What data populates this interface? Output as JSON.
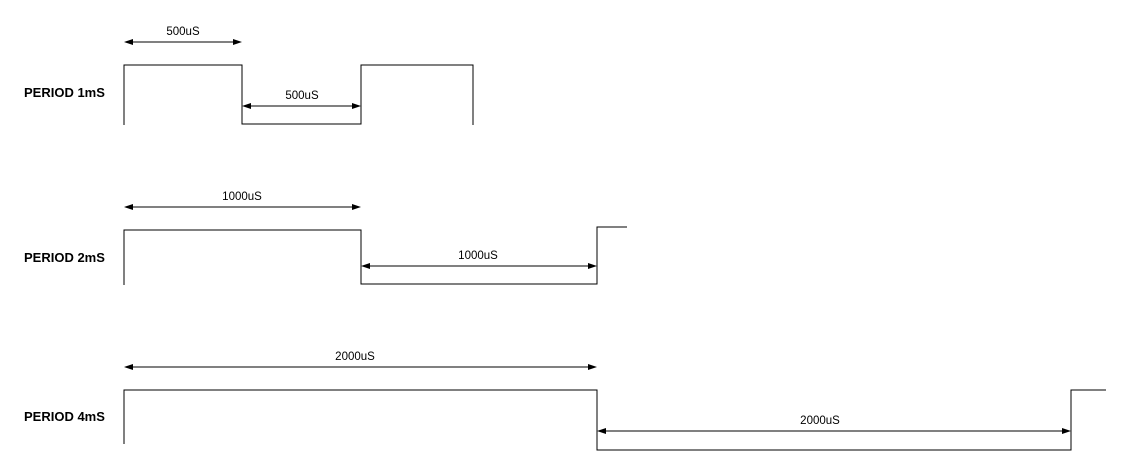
{
  "colors": {
    "stroke": "#000000",
    "background": "#ffffff"
  },
  "waveforms": [
    {
      "label": "PERIOD 1mS",
      "dimensions": [
        {
          "text": "500uS"
        },
        {
          "text": "500uS"
        }
      ]
    },
    {
      "label": "PERIOD 2mS",
      "dimensions": [
        {
          "text": "1000uS"
        },
        {
          "text": "1000uS"
        }
      ]
    },
    {
      "label": "PERIOD 4mS",
      "dimensions": [
        {
          "text": "2000uS"
        },
        {
          "text": "2000uS"
        }
      ]
    }
  ]
}
